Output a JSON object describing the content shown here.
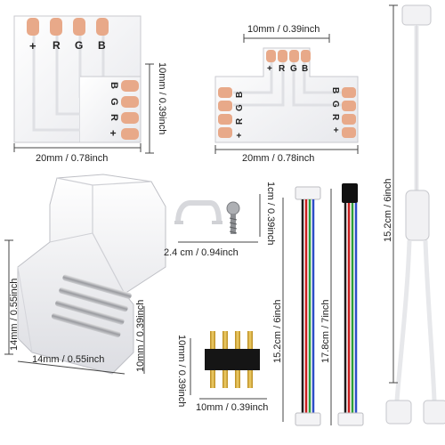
{
  "pads": {
    "plus": "+",
    "r": "R",
    "g": "G",
    "b": "B"
  },
  "dims": {
    "l_height": "10mm / 0.39inch",
    "l_width": "20mm / 0.78inch",
    "t_top": "10mm / 0.39inch",
    "t_width": "20mm / 0.78inch",
    "clip_height": "1cm / 0.39inch",
    "clip_width": "2.4 cm / 0.94inch",
    "connector_side": "14mm / 0.55inch",
    "connector_bottom": "14mm / 0.55inch",
    "connector_right": "10mm / 0.39inch",
    "pin_height": "10mm / 0.39inch",
    "pin_width": "10mm / 0.39inch",
    "cable_short": "15.2cm / 6inch",
    "cable_long": "17.8cm / 7inch",
    "splitter_length": "15.2cm / 6inch"
  },
  "colors": {
    "pad": "#e8a989",
    "board": "#f5f5f7",
    "wire_red": "#c81e1e",
    "wire_green": "#2e9e3a",
    "wire_blue": "#2e4cc8",
    "wire_black": "#1a1a1a"
  }
}
